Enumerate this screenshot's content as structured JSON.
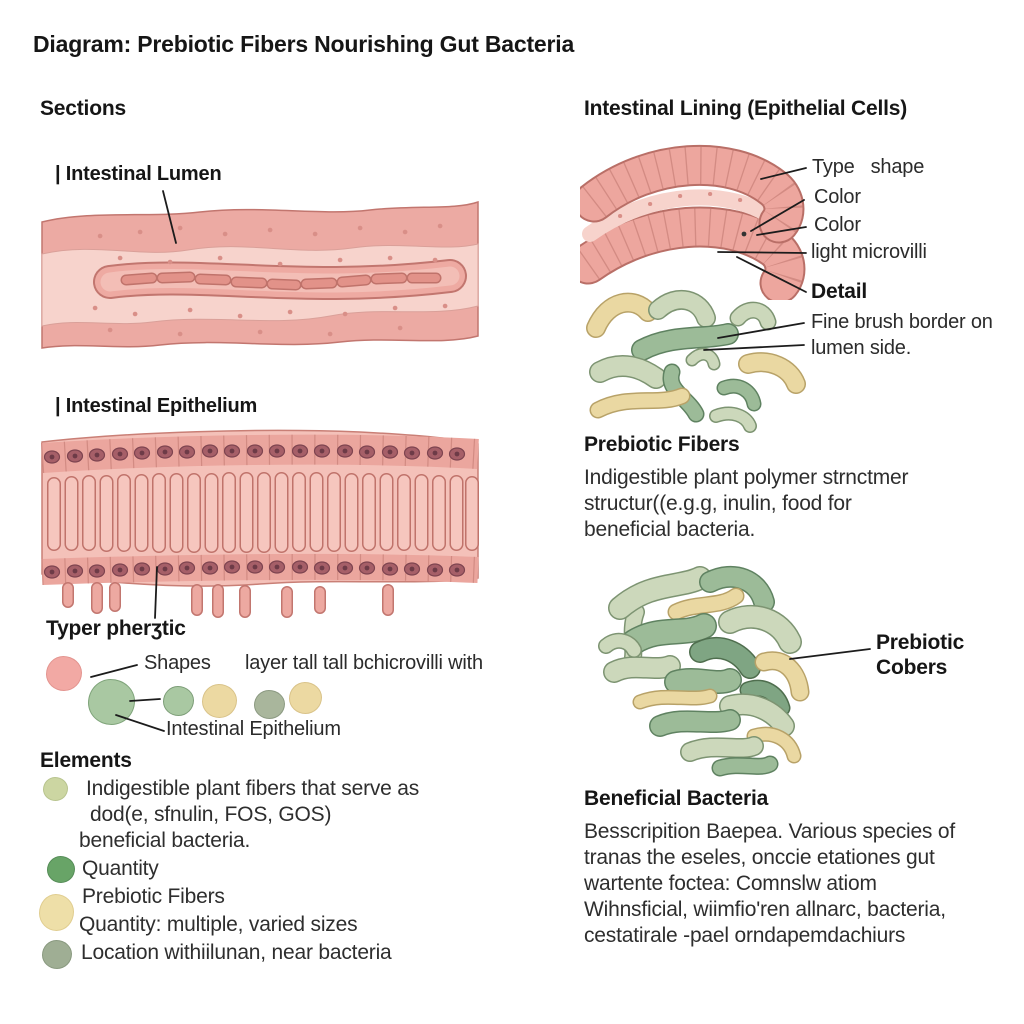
{
  "title": "Diagram: Prebiotic Fibers Nourishing Gut Bacteria",
  "left": {
    "sections_heading": "Sections",
    "lumen_label": "| Intestinal Lumen",
    "epithelium_label": "| Intestinal Epithelium",
    "type_block": {
      "heading": "Typer pherʒtic",
      "shapes_label": "Shapes",
      "layer_text": "layer tall tall bchicrovilli with",
      "epithelium_ref": "Intestinal Epithelium"
    },
    "elements": {
      "heading": "Elements",
      "items": [
        {
          "bullet_color": "#ccd6a2",
          "lines": [
            "Indigestible plant fibers that serve as",
            "dod(e, sfnulin, FOS, GOS)",
            "beneficial bacteria."
          ]
        },
        {
          "bullet_color": "#68a467",
          "lines": [
            "Quantity"
          ]
        },
        {
          "bullet_color": "#eedfa8",
          "lines": [
            "Prebiotic Fibers",
            "Quantity: multiple, varied sizes"
          ]
        },
        {
          "bullet_color": "#9fae94",
          "lines": [
            "Location withiilunan, near bacteria"
          ]
        }
      ]
    }
  },
  "right": {
    "lining_heading": "Intestinal Lining (Epithelial Cells)",
    "labels": {
      "type_shape": "Type   shape",
      "color1": "Color",
      "color2": "Color",
      "light_microvilli": "light microvilli",
      "detail": "Detail",
      "fine_brush_line1": "Fine brush border on",
      "fine_brush_line2": "lumen side."
    },
    "prebiotic": {
      "heading": "Prebiotic Fibers",
      "lines": [
        "Indigestible plant polymer strnctmer",
        "structur((e.g.g, inulin, food for",
        "beneficial bacteria."
      ]
    },
    "cluster_label": {
      "line1": "Prebiotic",
      "line2": "Cobers"
    },
    "beneficial": {
      "heading": "Beneficial Bacteria",
      "lines": [
        "Besscripition Baepea. Various species of",
        "tranas the eseles, onccie etationes gut",
        "wartente foctea: Comnslw atiom",
        "Wihnsficial, wiimfio'ren allnarc, bacteria,",
        "cestatirale -pael orndapemdachiurs"
      ]
    }
  },
  "palette": {
    "pink_band": "#ecaaa3",
    "pink_light": "#f7d3cc",
    "pink_outline": "#c2766f",
    "cell_fill": "#f4c1b9",
    "nucleus": "#a65f68",
    "green_light": "#ccd8bb",
    "green_mid": "#9cbb98",
    "green_dark": "#7fa583",
    "yellow": "#ead8a2",
    "line_color": "#1c1c1c"
  }
}
